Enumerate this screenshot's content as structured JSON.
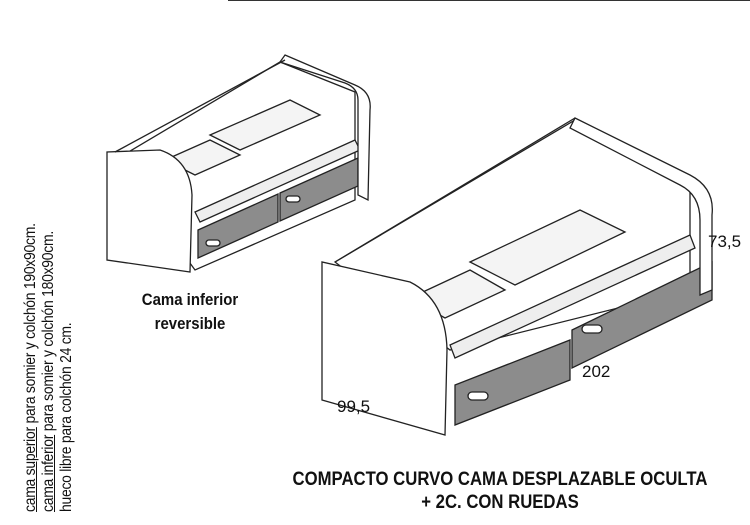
{
  "notes": [
    {
      "underlined": "cama superior",
      "rest": " para somier y colchón 190x90cm."
    },
    {
      "underlined": "cama inferior",
      "rest": " para somier y colchón 180x90cm."
    },
    {
      "underlined": "",
      "rest": "hueco libre para colchón 24 cm."
    }
  ],
  "small_bed_label": [
    "Cama inferior",
    "reversible"
  ],
  "dimensions": {
    "height": "73,5",
    "length": "202",
    "depth": "99,5"
  },
  "title": [
    "COMPACTO CURVO CAMA DESPLAZABLE OCULTA",
    "+ 2C. CON RUEDAS"
  ],
  "colors": {
    "drawer": "#8c8c8c",
    "line": "#222222"
  }
}
